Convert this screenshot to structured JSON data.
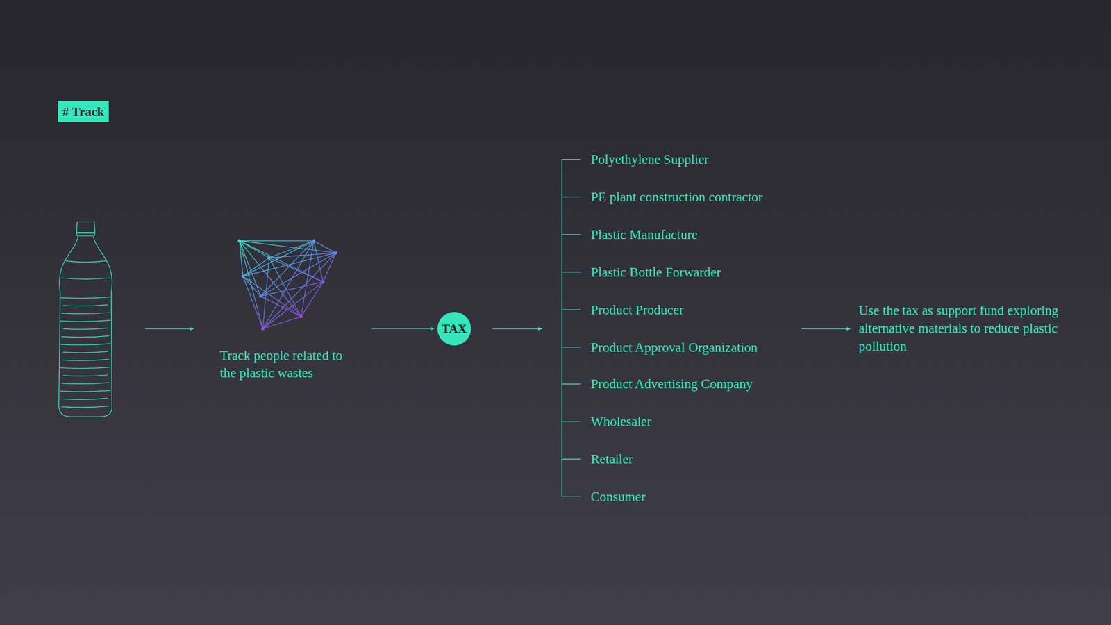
{
  "diagram": {
    "nodes": [
      {
        "text": [
          "# Track"
        ]
      },
      {
        "text": [
          "Track people related to the plastic wastes"
        ]
      },
      {
        "text": [
          "TAX"
        ]
      }
    ],
    "edges": [
      {
        "from": 1,
        "to": 2,
        "arrow": "to"
      }
    ],
    "labels": [
      "Polyethylene Supplier",
      "PE plant construction contractor",
      "Plastic Manufacture",
      "Plastic Bottle Forwarder",
      "Product Producer",
      "Product Approval Organization",
      "Product Advertising Company",
      "Wholesaler",
      "Retailer",
      "Consumer",
      "Use the tax as support fund exploring alternative materials to reduce plastic pollution"
    ]
  }
}
